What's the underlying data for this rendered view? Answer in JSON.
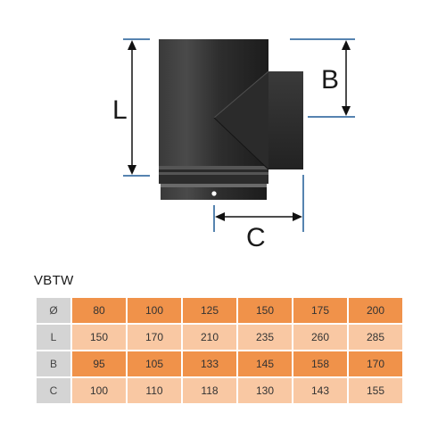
{
  "diagram": {
    "dimension_labels": {
      "L": "L",
      "B": "B",
      "C": "C"
    }
  },
  "product_code": "VBTW",
  "table": {
    "rows": [
      {
        "header": "Ø",
        "values": [
          "80",
          "100",
          "125",
          "150",
          "175",
          "200"
        ]
      },
      {
        "header": "L",
        "values": [
          "150",
          "170",
          "210",
          "235",
          "260",
          "285"
        ]
      },
      {
        "header": "B",
        "values": [
          "95",
          "105",
          "133",
          "145",
          "158",
          "170"
        ]
      },
      {
        "header": "C",
        "values": [
          "100",
          "110",
          "118",
          "130",
          "143",
          "155"
        ]
      }
    ]
  },
  "colors": {
    "accent_dark": "#f0924a",
    "accent_light": "#f9c8a3",
    "header_cell": "#d4d4d4",
    "dimension_lines": "#1e5a96",
    "pipe": "#2a2a2a"
  }
}
